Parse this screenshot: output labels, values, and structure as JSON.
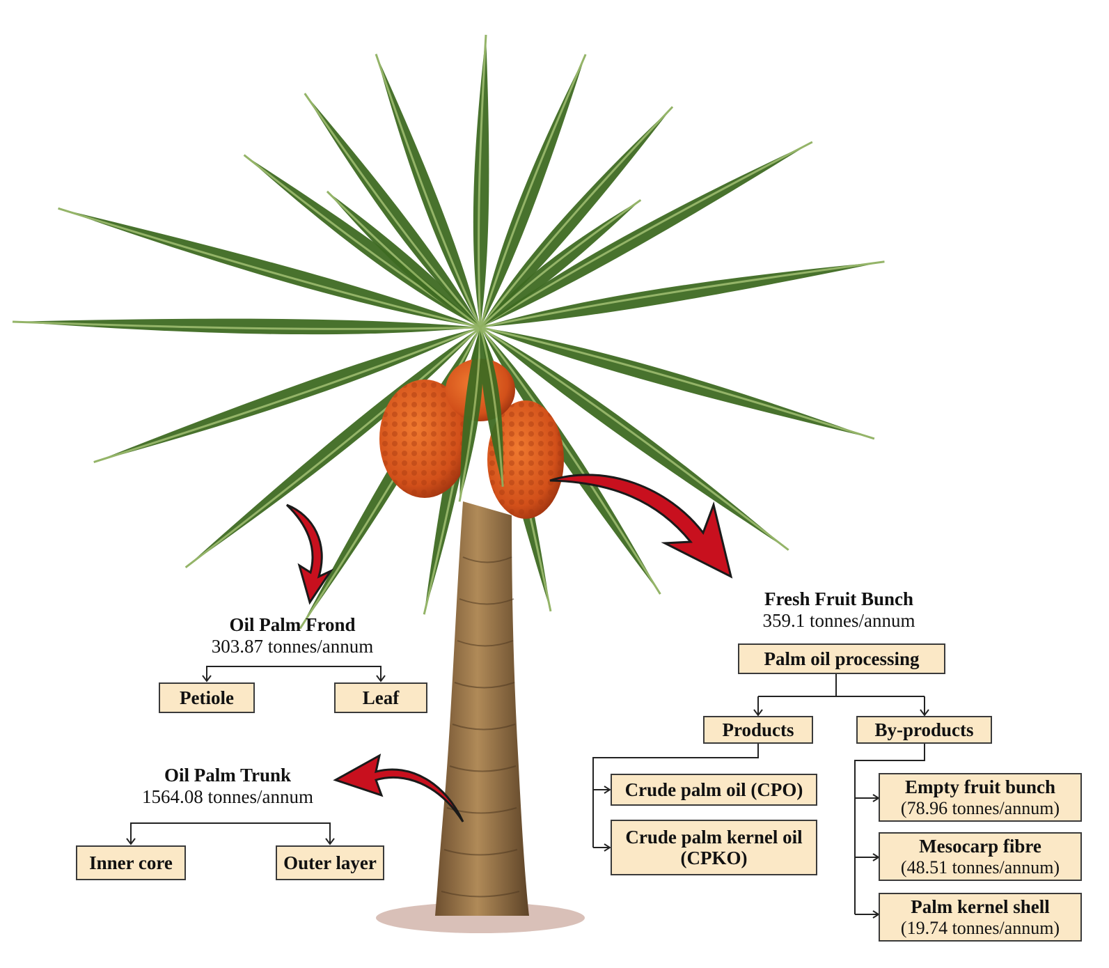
{
  "colors": {
    "box_fill": "#fbe8c6",
    "arrow_red": "#c8101e",
    "frond_green": "#4f7a2a",
    "fruit_orange": "#e0561c",
    "trunk_brown": "#9a7448"
  },
  "frond": {
    "title": "Oil Palm Frond",
    "amount": "303.87 tonnes/annum",
    "parts": [
      "Petiole",
      "Leaf"
    ]
  },
  "trunk": {
    "title": "Oil Palm Trunk",
    "amount": "1564.08 tonnes/annum",
    "parts": [
      "Inner core",
      "Outer layer"
    ]
  },
  "ffb": {
    "title": "Fresh Fruit Bunch",
    "amount": "359.1 tonnes/annum",
    "processing": "Palm oil processing",
    "products_label": "Products",
    "byproducts_label": "By-products",
    "products": [
      {
        "name": "Crude palm oil (CPO)"
      },
      {
        "name": "Crude palm kernel oil",
        "name2": "(CPKO)"
      }
    ],
    "byproducts": [
      {
        "name": "Empty fruit bunch",
        "amount": "(78.96 tonnes/annum)"
      },
      {
        "name": "Mesocarp fibre",
        "amount": "(48.51 tonnes/annum)"
      },
      {
        "name": "Palm kernel shell",
        "amount": "(19.74 tonnes/annum)"
      }
    ]
  }
}
